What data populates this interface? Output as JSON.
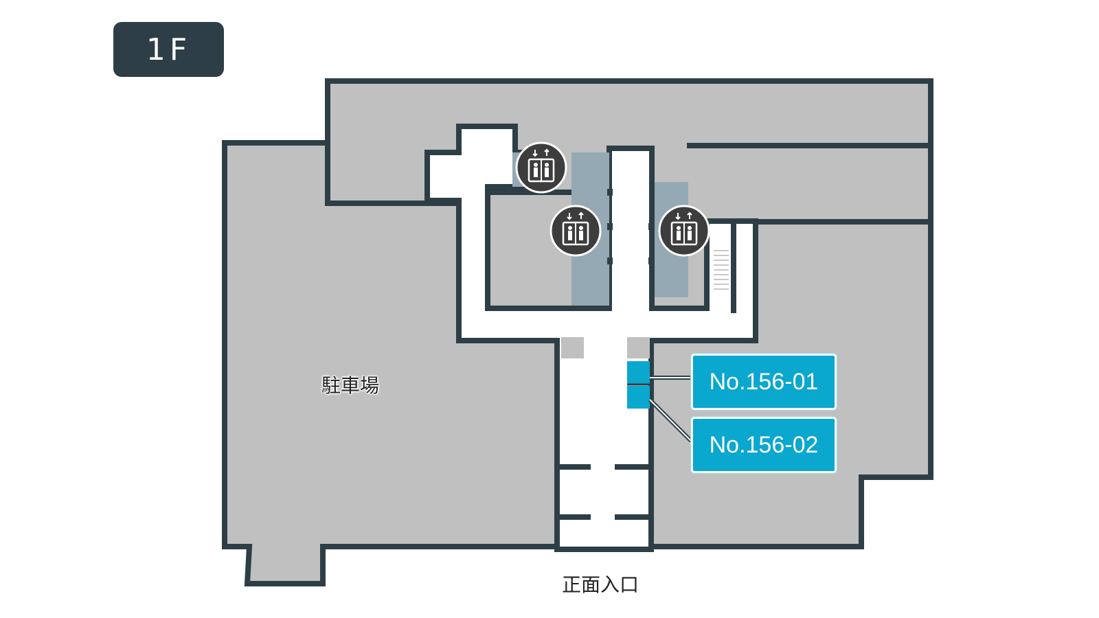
{
  "floor": {
    "label": "1F"
  },
  "rooms": {
    "parking": "駐車場",
    "entrance": "正面入口"
  },
  "units": [
    {
      "id": "No.156-01"
    },
    {
      "id": "No.156-02"
    }
  ],
  "icons": {
    "elevator": "elevator-icon",
    "stairs": "stairs-icon"
  },
  "colors": {
    "wall": "#2e3e46",
    "floor": "#c0c0c0",
    "corridor": "#ffffff",
    "elevator_area": "#94a9b3",
    "unit_highlight": "#0aa7cf",
    "badge": "#2e3e46"
  }
}
